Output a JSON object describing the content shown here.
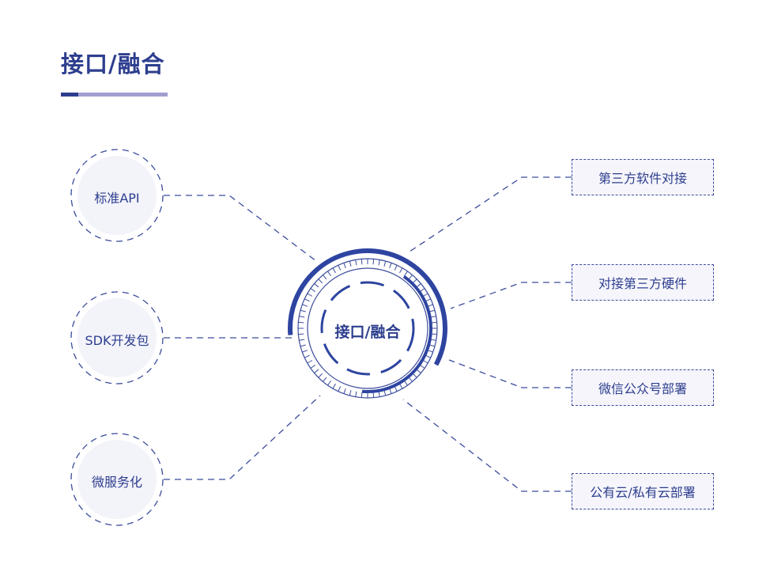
{
  "title": "接口/融合",
  "center": {
    "label": "接口/融合"
  },
  "left_nodes": [
    {
      "label": "标准API"
    },
    {
      "label": "SDK开发包"
    },
    {
      "label": "微服务化"
    }
  ],
  "right_nodes": [
    {
      "label": "第三方软件对接"
    },
    {
      "label": "对接第三方硬件"
    },
    {
      "label": "微信公众号部署"
    },
    {
      "label": "公有云/私有云部署"
    }
  ],
  "colors": {
    "primary": "#2d3e8e",
    "accent_light": "#a09fd0",
    "node_fill": "#f3f3fa"
  }
}
